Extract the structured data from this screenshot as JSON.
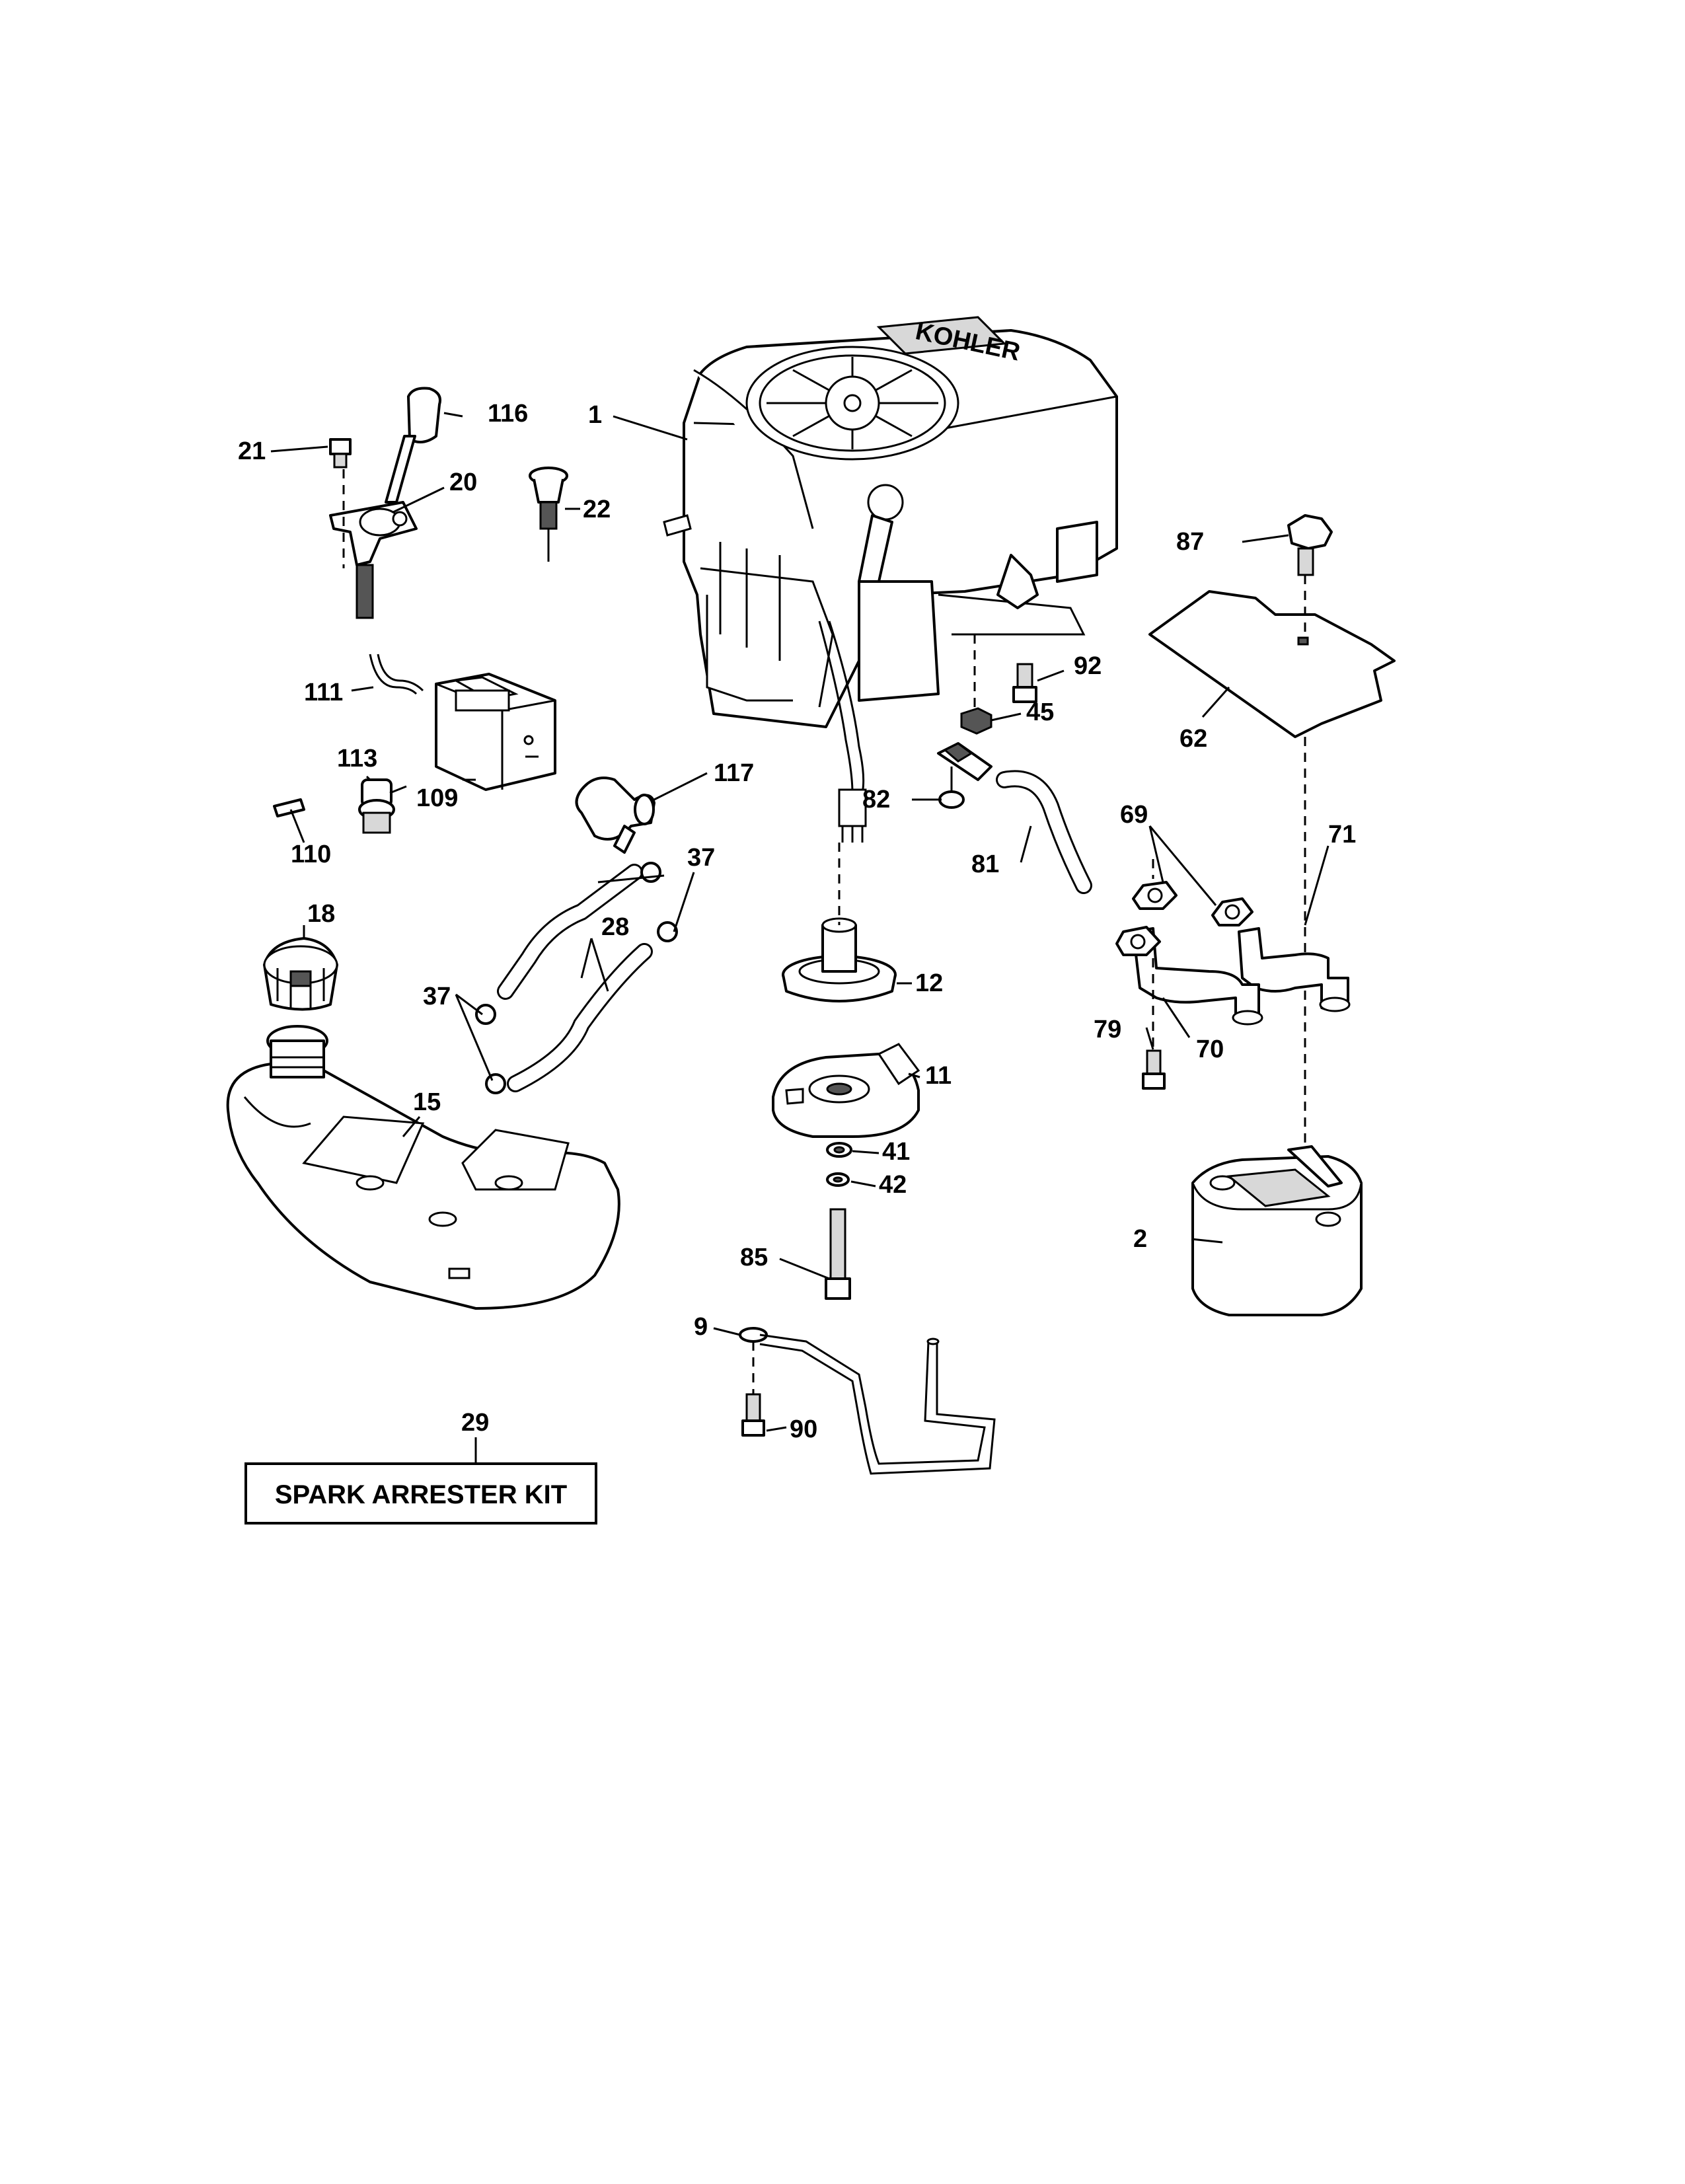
{
  "labels": {
    "p1": "1",
    "p2": "2",
    "p9": "9",
    "p11": "11",
    "p12": "12",
    "p15": "15",
    "p18": "18",
    "p20": "20",
    "p21": "21",
    "p22": "22",
    "p28": "28",
    "p29": "29",
    "p37a": "37",
    "p37b": "37",
    "p41": "41",
    "p42": "42",
    "p45": "45",
    "p62": "62",
    "p69": "69",
    "p70": "70",
    "p71": "71",
    "p79": "79",
    "p81": "81",
    "p82": "82",
    "p85": "85",
    "p87": "87",
    "p90": "90",
    "p92": "92",
    "p109": "109",
    "p110": "110",
    "p111": "111",
    "p113": "113",
    "p116": "116",
    "p117": "117"
  },
  "kit": {
    "label": "SPARK ARRESTER KIT"
  },
  "engine": {
    "brand": "KOHLER"
  }
}
